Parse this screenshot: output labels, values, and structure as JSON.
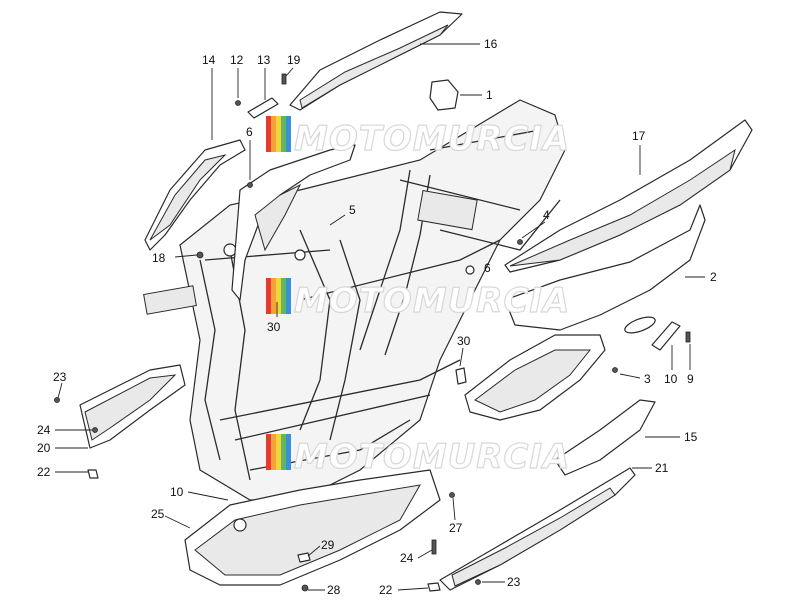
{
  "watermark": {
    "text": "MOTOMURCIA",
    "colors": [
      "#e63b2e",
      "#f2a33a",
      "#f3d43b",
      "#5fb85b",
      "#3b8fd8"
    ]
  },
  "callouts": [
    {
      "id": "c16a",
      "label": "16"
    },
    {
      "id": "c1",
      "label": "1"
    },
    {
      "id": "c14",
      "label": "14"
    },
    {
      "id": "c12",
      "label": "12"
    },
    {
      "id": "c13",
      "label": "13"
    },
    {
      "id": "c19",
      "label": "19"
    },
    {
      "id": "c6a",
      "label": "6"
    },
    {
      "id": "c17",
      "label": "17"
    },
    {
      "id": "c5",
      "label": "5"
    },
    {
      "id": "c4",
      "label": "4"
    },
    {
      "id": "c6b",
      "label": "6"
    },
    {
      "id": "c18",
      "label": "18"
    },
    {
      "id": "c2",
      "label": "2"
    },
    {
      "id": "c30a",
      "label": "30"
    },
    {
      "id": "c30b",
      "label": "30"
    },
    {
      "id": "c10a",
      "label": "10"
    },
    {
      "id": "c9",
      "label": "9"
    },
    {
      "id": "c3",
      "label": "3"
    },
    {
      "id": "c23a",
      "label": "23"
    },
    {
      "id": "c24a",
      "label": "24"
    },
    {
      "id": "c20",
      "label": "20"
    },
    {
      "id": "c15",
      "label": "15"
    },
    {
      "id": "c22a",
      "label": "22"
    },
    {
      "id": "c21",
      "label": "21"
    },
    {
      "id": "c10b",
      "label": "10"
    },
    {
      "id": "c25",
      "label": "25"
    },
    {
      "id": "c27",
      "label": "27"
    },
    {
      "id": "c29",
      "label": "29"
    },
    {
      "id": "c24b",
      "label": "24"
    },
    {
      "id": "c23b",
      "label": "23"
    },
    {
      "id": "c22b",
      "label": "22"
    },
    {
      "id": "c28",
      "label": "28"
    }
  ]
}
